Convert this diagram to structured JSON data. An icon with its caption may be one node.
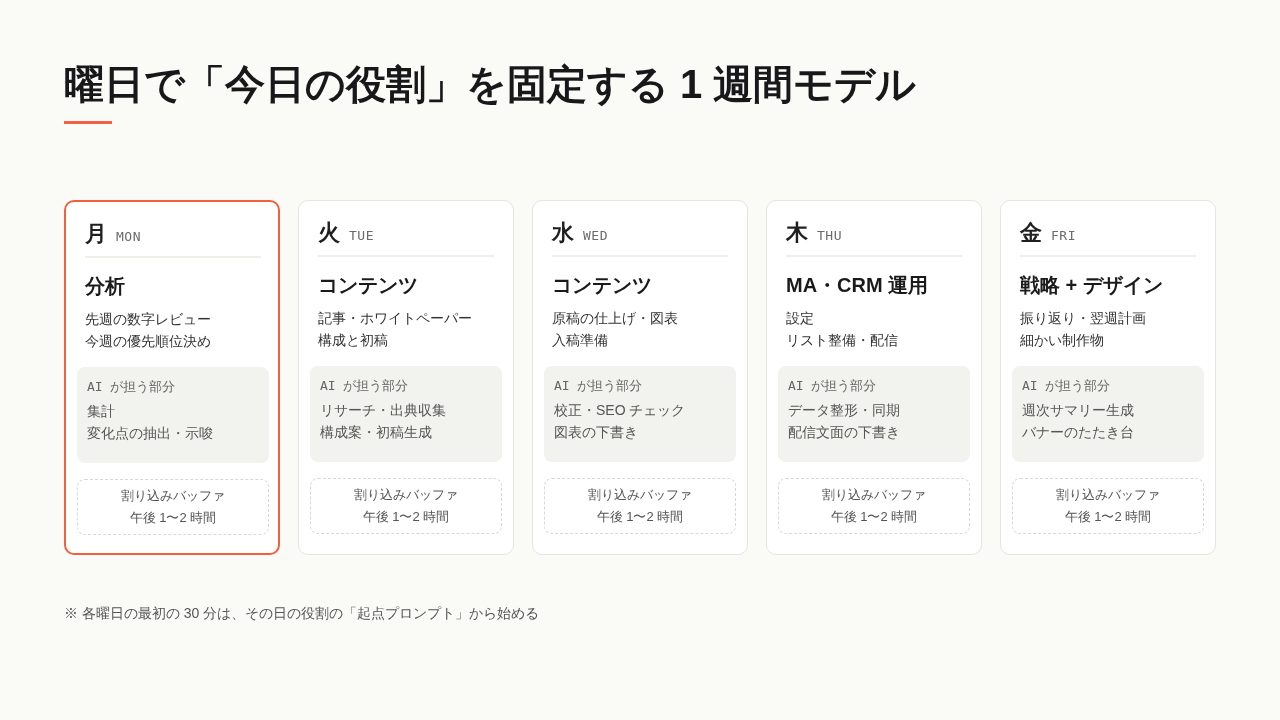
{
  "diagram": {
    "title": "曜日で「今日の役割」を固定する 1 週間モデル",
    "nodes": [
      {
        "text": [
          "月",
          "MON",
          "分析",
          "先週の数字レビュー",
          "今週の優先順位決め"
        ]
      },
      {
        "text": [
          "AI が担う部分",
          "集計",
          "変化点の抽出・示唆"
        ],
        "in": 0
      },
      {
        "text": [
          "割り込みバッファ",
          "午後 1〜2 時間"
        ],
        "in": 0
      },
      {
        "text": [
          "火",
          "TUE",
          "コンテンツ",
          "記事・ホワイトペーパー",
          "構成と初稿"
        ]
      },
      {
        "text": [
          "AI が担う部分",
          "リサーチ・出典収集",
          "構成案・初稿生成"
        ],
        "in": 3
      },
      {
        "text": [
          "割り込みバッファ",
          "午後 1〜2 時間"
        ],
        "in": 3
      },
      {
        "text": [
          "水",
          "WED",
          "コンテンツ",
          "原稿の仕上げ・図表",
          "入稿準備"
        ]
      },
      {
        "text": [
          "AI が担う部分",
          "校正・SEO チェック",
          "図表の下書き"
        ],
        "in": 6
      },
      {
        "text": [
          "割り込みバッファ",
          "午後 1〜2 時間"
        ],
        "in": 6
      },
      {
        "text": [
          "木",
          "THU",
          "MA・CRM 運用",
          "設定",
          "リスト整備・配信"
        ]
      },
      {
        "text": [
          "AI が担う部分",
          "データ整形・同期",
          "配信文面の下書き"
        ],
        "in": 9
      },
      {
        "text": [
          "割り込みバッファ",
          "午後 1〜2 時間"
        ],
        "in": 9
      },
      {
        "text": [
          "金",
          "FRI",
          "戦略 + デザイン",
          "振り返り・翌週計画",
          "細かい制作物"
        ]
      },
      {
        "text": [
          "AI が担う部分",
          "週次サマリー生成",
          "バナーのたたき台"
        ],
        "in": 12
      },
      {
        "text": [
          "割り込みバッファ",
          "午後 1〜2 時間"
        ],
        "in": 12
      }
    ],
    "labels": [
      "※ 各曜日の最初の 30 分は、その日の役割の「起点プロンプト」から始める"
    ]
  }
}
